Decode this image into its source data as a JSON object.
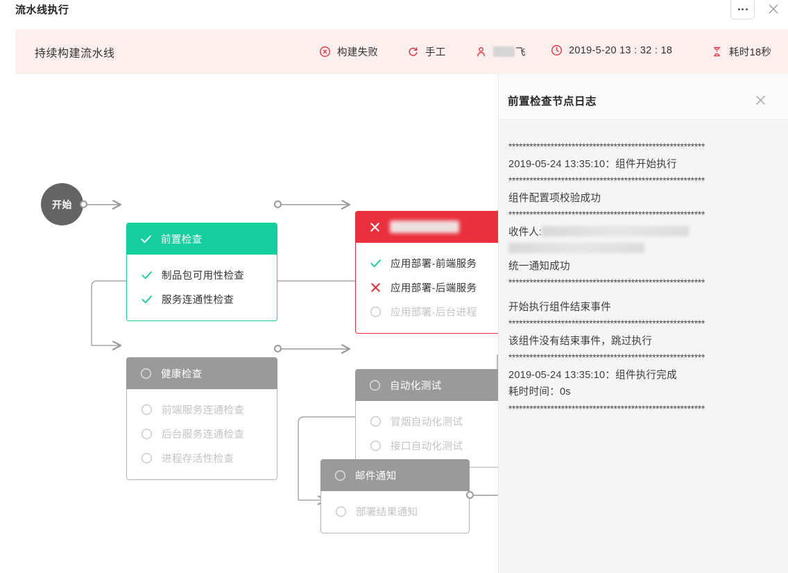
{
  "window": {
    "title": "流水线执行",
    "more_label": "•••",
    "close_label": "✕"
  },
  "summary": {
    "pipeline_name": "持续构建流水线",
    "status": {
      "icon": "circle-x-icon",
      "label": "构建失败"
    },
    "trigger": {
      "icon": "refresh-icon",
      "label": "手工"
    },
    "user": {
      "icon": "user-icon",
      "label": "飞",
      "redacted": true
    },
    "time": {
      "icon": "clock-icon",
      "label": "2019-5-20 13 : 32 : 18"
    },
    "duration": {
      "icon": "hourglass-icon",
      "label": "耗时18秒"
    }
  },
  "graph": {
    "start_node": {
      "label": "开始"
    },
    "stages": [
      {
        "id": "pre-check",
        "state": "success",
        "title": "前置检查",
        "title_redacted": false,
        "tasks": [
          {
            "label": "制品包可用性检查",
            "state": "success"
          },
          {
            "label": "服务连通性检查",
            "state": "success"
          }
        ]
      },
      {
        "id": "app-deploy",
        "state": "failed",
        "title": "",
        "title_redacted": true,
        "tasks": [
          {
            "label": "应用部署-前端服务",
            "state": "success"
          },
          {
            "label": "应用部署-后端服务",
            "state": "failed"
          },
          {
            "label": "应用部署-后台进程",
            "state": "pending"
          }
        ]
      },
      {
        "id": "health-check",
        "state": "pending",
        "title": "健康检查",
        "title_redacted": false,
        "tasks": [
          {
            "label": "前端服务连通检查",
            "state": "pending"
          },
          {
            "label": "后台服务连通检查",
            "state": "pending"
          },
          {
            "label": "进程存活性检查",
            "state": "pending"
          }
        ]
      },
      {
        "id": "auto-test",
        "state": "pending",
        "title": "自动化测试",
        "title_redacted": false,
        "tasks": [
          {
            "label": "冒烟自动化测试",
            "state": "pending"
          },
          {
            "label": "接口自动化测试",
            "state": "pending"
          }
        ]
      },
      {
        "id": "mail-notify",
        "state": "pending",
        "title": "邮件通知",
        "title_redacted": false,
        "tasks": [
          {
            "label": "部署结果通知",
            "state": "pending"
          }
        ]
      }
    ]
  },
  "log_panel": {
    "title": "前置检查节点日志",
    "close_label": "✕",
    "separator": "********************************************************",
    "lines": [
      {
        "type": "stars"
      },
      {
        "type": "text",
        "text": "2019-05-24 13:35:10：组件开始执行"
      },
      {
        "type": "stars"
      },
      {
        "type": "text",
        "text": "组件配置项校验成功"
      },
      {
        "type": "stars"
      },
      {
        "type": "recipients",
        "prefix": "收件人:",
        "redacted": true
      },
      {
        "type": "text",
        "text": "统一通知成功"
      },
      {
        "type": "stars"
      },
      {
        "type": "blank"
      },
      {
        "type": "text",
        "text": "开始执行组件结束事件"
      },
      {
        "type": "stars"
      },
      {
        "type": "text",
        "text": "该组件没有结束事件，跳过执行"
      },
      {
        "type": "stars"
      },
      {
        "type": "text",
        "text": "2019-05-24 13:35:10：组件执行完成"
      },
      {
        "type": "text",
        "text": "耗时时间：0s"
      },
      {
        "type": "stars"
      }
    ]
  },
  "colors": {
    "success": "#14ce9e",
    "failed": "#ea2f3d",
    "pending": "#9a9a9a",
    "summary_bg": "#fcefee",
    "panel_bg": "#f5f5f5"
  }
}
